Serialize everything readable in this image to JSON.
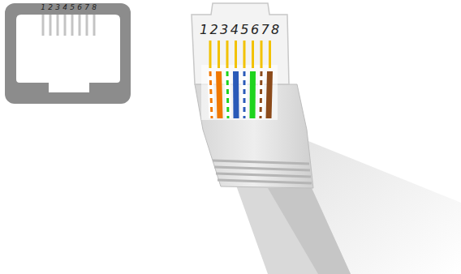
{
  "diagram": {
    "labels": [
      "1",
      "2",
      "3",
      "4",
      "5",
      "6",
      "7",
      "8",
      "1",
      "2",
      "3",
      "4",
      "5",
      "6",
      "7",
      "8"
    ]
  }
}
